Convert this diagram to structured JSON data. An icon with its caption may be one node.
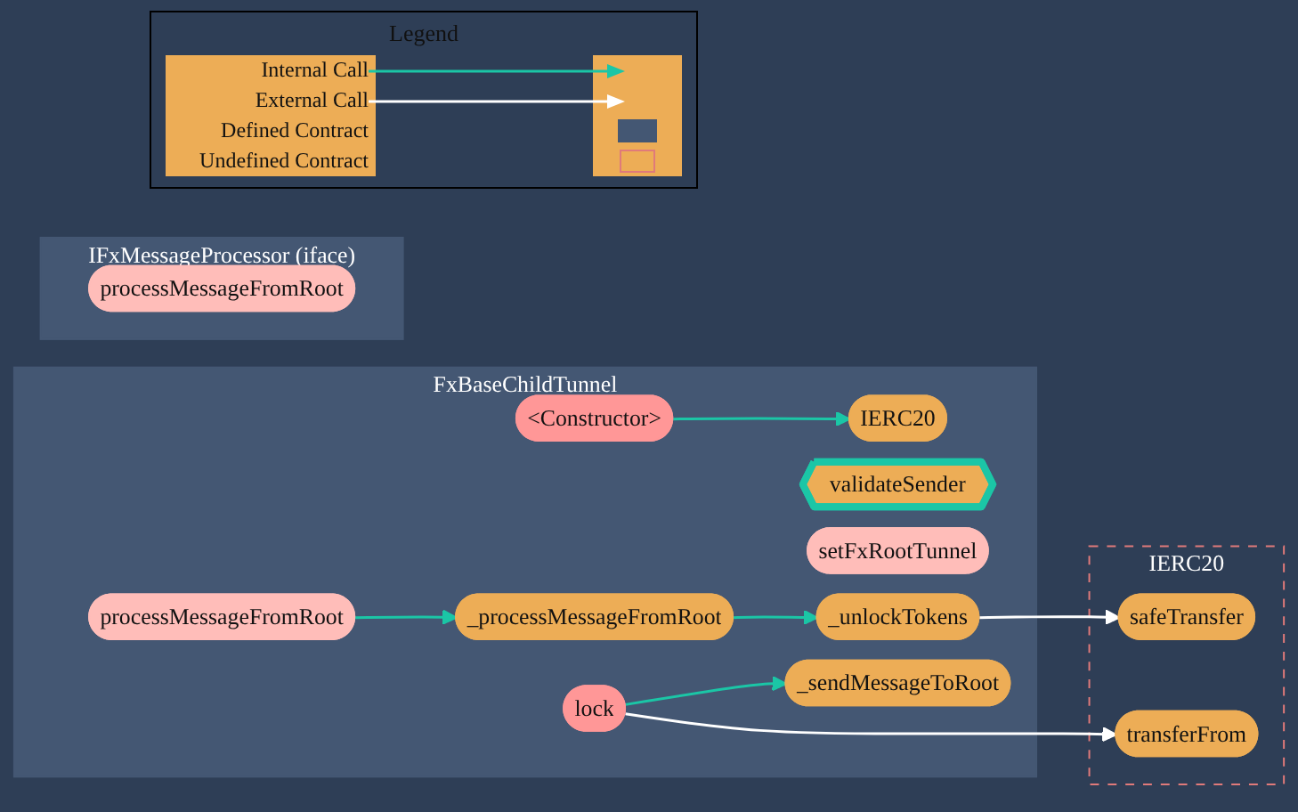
{
  "diagram": {
    "nodes": [
      {
        "text": [
          "FxBaseChildTunnel"
        ]
      },
      {
        "text": [
          "<Constructor>"
        ],
        "in": 0
      },
      {
        "text": [
          "IERC20"
        ],
        "in": 0
      },
      {
        "text": [
          "validateSender"
        ],
        "in": 0
      },
      {
        "text": [
          "setFxRootTunnel"
        ],
        "in": 0
      },
      {
        "text": [
          "processMessageFromRoot"
        ],
        "in": 0
      },
      {
        "text": [
          "_processMessageFromRoot"
        ],
        "in": 0
      },
      {
        "text": [
          "_unlockTokens"
        ],
        "in": 0
      },
      {
        "text": [
          "lock"
        ],
        "in": 0
      },
      {
        "text": [
          "_sendMessageToRoot"
        ],
        "in": 0
      },
      {
        "text": [
          "IERC20"
        ]
      },
      {
        "text": [
          "safeTransfer"
        ],
        "in": 10
      },
      {
        "text": [
          "transferFrom"
        ],
        "in": 10
      },
      {
        "text": [
          "IFxMessageProcessor (iface)"
        ]
      },
      {
        "text": [
          "processMessageFromRoot"
        ],
        "in": 13
      }
    ],
    "edges": [
      {
        "from": 1,
        "to": 2,
        "arrow": "to"
      },
      {
        "from": 5,
        "to": 6,
        "arrow": "to"
      },
      {
        "from": 6,
        "to": 7,
        "arrow": "to"
      },
      {
        "from": 7,
        "to": 11,
        "arrow": "to",
        "color": "#ffffff"
      },
      {
        "from": 8,
        "to": 9,
        "arrow": "to"
      },
      {
        "from": 8,
        "to": 12,
        "arrow": "to",
        "color": "#ffffff"
      }
    ],
    "labels": [
      "Legend"
    ],
    "legend": [
      {
        "text": "Internal Call"
      },
      {
        "text": "External Call"
      },
      {
        "text": "Defined Contract",
        "color": "#445773"
      },
      {
        "text": "Undefined Contract"
      }
    ]
  }
}
